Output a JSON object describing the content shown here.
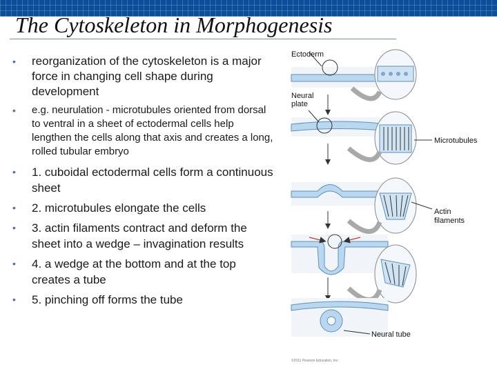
{
  "slide": {
    "title": "The Cytoskeleton in Morphogenesis",
    "bullets": [
      "reorganization of the cytoskeleton is a major force in changing cell shape during development",
      "e.g. neurulation - microtubules oriented from dorsal to ventral in a sheet of ectodermal cells help lengthen the cells along that axis and creates a long, rolled tubular embryo",
      "1. cuboidal ectodermal cells form a continuous sheet",
      "2. microtubules elongate the cells",
      "3. actin filaments contract and deform the sheet into a wedge – invagination results",
      "4. a wedge at the bottom and at the top creates a tube",
      "5. pinching off forms the tube"
    ]
  },
  "figure": {
    "labels": {
      "ectoderm": "Ectoderm",
      "neural_plate_1": "Neural",
      "neural_plate_2": "plate",
      "microtubules": "Microtubules",
      "actin_1": "Actin",
      "actin_2": "filaments",
      "neural_tube": "Neural tube"
    },
    "copyright": "©2011 Pearson Education, Inc."
  },
  "colors": {
    "header_bar": "#0b4f9a",
    "bullet_dot": "#4a6fb5",
    "tissue_blue": "#b9d7ee",
    "tissue_edge": "#5c8fc0",
    "arrow_grey": "#a9a9a9"
  }
}
